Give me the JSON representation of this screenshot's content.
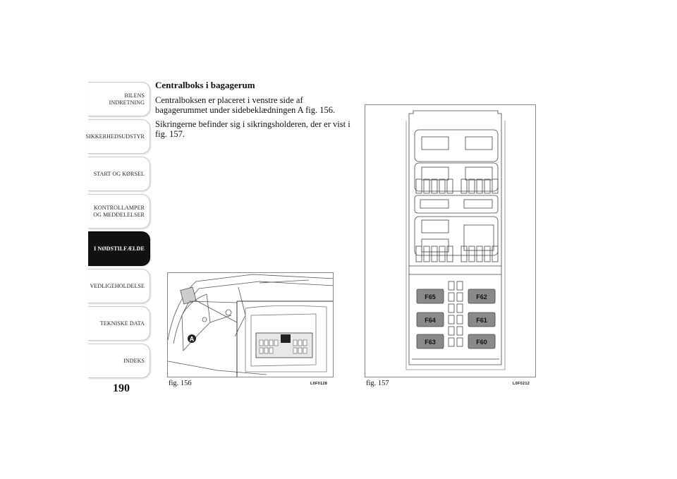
{
  "sidebar": {
    "tabs": [
      {
        "line1": "BILENS",
        "line2": "INDRETNING",
        "active": false
      },
      {
        "line1": "SIKKERHEDSUDSTYR",
        "line2": "",
        "active": false
      },
      {
        "line1": "START OG KØRSEL",
        "line2": "",
        "active": false
      },
      {
        "line1": "KONTROLLAMPER",
        "line2": "OG MEDDELELSER",
        "active": false
      },
      {
        "line1": "I NØDSTILFÆLDE",
        "line2": "",
        "active": true
      },
      {
        "line1": "VEDLIGEHOLDELSE",
        "line2": "",
        "active": false
      },
      {
        "line1": "TEKNISKE DATA",
        "line2": "",
        "active": false
      },
      {
        "line1": "INDEKS",
        "line2": "",
        "active": false
      }
    ]
  },
  "page_number": "190",
  "section": {
    "heading": "Centralboks i bagagerum",
    "paragraph1": "Centralboksen er placeret i venstre side af bagagerummet under sidebeklædningen A fig. 156.",
    "paragraph2": "Sikringerne befinder sig i sikringsholderen, der er vist i fig. 157."
  },
  "figures": {
    "fig156": {
      "caption": "fig. 156",
      "code": "L0F0128",
      "marker": "A"
    },
    "fig157": {
      "caption": "fig. 157",
      "code": "L0F0212",
      "fuses_left": [
        "F65",
        "F64",
        "F63"
      ],
      "fuses_right": [
        "F62",
        "F61",
        "F60"
      ],
      "fuse_color": "#8a8a8a"
    }
  }
}
